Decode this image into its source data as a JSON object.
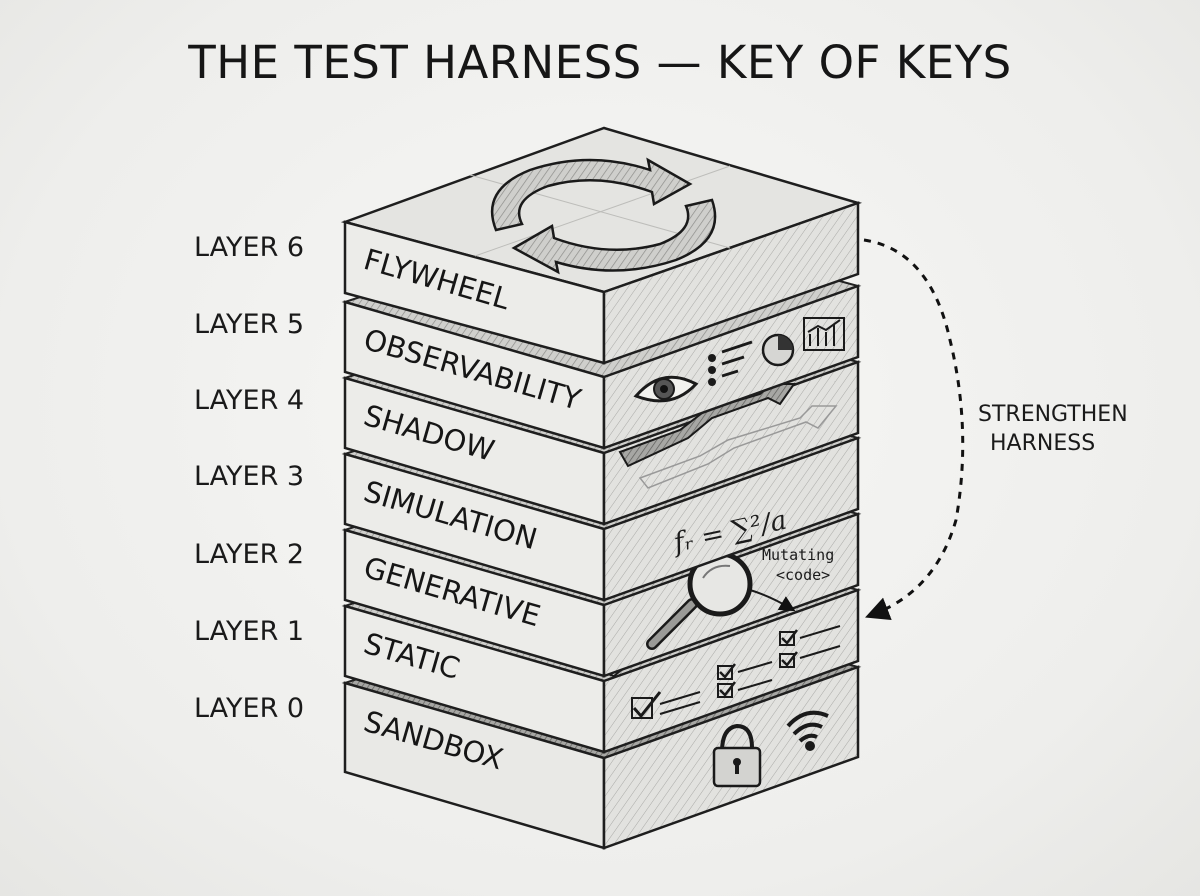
{
  "title": "THE TEST HARNESS — KEY OF KEYS",
  "layers": [
    {
      "label": "LAYER 6",
      "name": "FLYWHEEL",
      "icon": "cycle-arrows-icon"
    },
    {
      "label": "LAYER 5",
      "name": "OBSERVABILITY",
      "icon": "eye-dashboard-icon"
    },
    {
      "label": "LAYER 4",
      "name": "SHADOW",
      "icon": "shadow-arrow-icon"
    },
    {
      "label": "LAYER 3",
      "name": "SIMULATION",
      "icon": "formula-icon"
    },
    {
      "label": "LAYER 2",
      "name": "GENERATIVE",
      "icon": "magnifier-icon"
    },
    {
      "label": "LAYER 1",
      "name": "STATIC",
      "icon": "checklist-ruler-icon"
    },
    {
      "label": "LAYER 0",
      "name": "SANDBOX",
      "icon": "lock-wifi-icon"
    }
  ],
  "feedback": {
    "line1": "STRENGTHEN",
    "line2": "HARNESS"
  },
  "annotations": {
    "formula": "fᵣ = ∑²/a",
    "mutating": "Mutating",
    "code": "<code>"
  }
}
